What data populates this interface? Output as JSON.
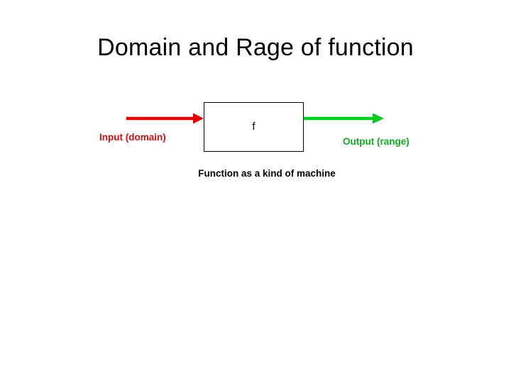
{
  "slide": {
    "title": "Domain and Rage of function",
    "background_color": "#ffffff",
    "caption": "Function as a kind of machine"
  },
  "diagram": {
    "machine": {
      "label": "f",
      "border_color": "#000000",
      "fill_color": "#ffffff"
    },
    "input": {
      "label": "Input (domain)",
      "label_color": "#cc1111",
      "arrow_color": "#e00000",
      "arrow_direction": "right"
    },
    "output": {
      "label": "Output (range)",
      "label_color": "#11aa22",
      "arrow_color": "#00cc22",
      "arrow_direction": "right"
    }
  }
}
